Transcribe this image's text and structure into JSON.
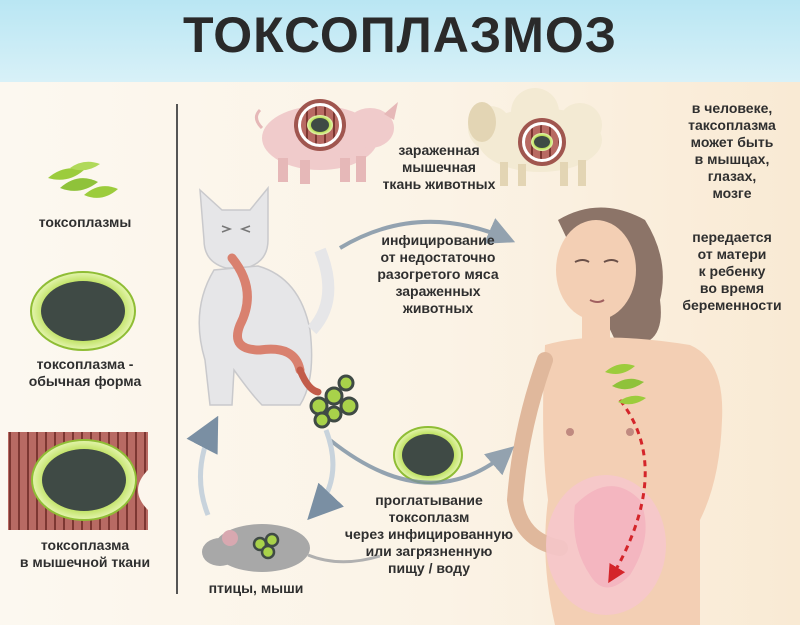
{
  "title": "ТОКСОПЛАЗМОЗ",
  "legend": {
    "toxoplasma": "токсоплазмы",
    "normal_form": "токсоплазма -\nобычная форма",
    "in_muscle": "токсоплазма\nв мышечной ткани"
  },
  "labels": {
    "infected_tissue": "зараженная\nмышечная\nткань животных",
    "infection_meat": "инфицирование\nот недостаточно\nразогретого мяса\nзараженных\nживотных",
    "swallowing": "проглатывание\nтоксоплазм\nчерез инфицированную\nили загрязненную\nпищу / воду",
    "birds_mice": "птицы, мыши",
    "in_human": "в человеке,\nтаксоплазма\nможет быть\nв мышцах,\nглазах,\nмозге",
    "transmitted": "передается\nот матери\nк ребенку\nво время\nбеременности"
  },
  "colors": {
    "header_bg": "#c5ebf5",
    "toxo_green": "#9ccc3c",
    "cyst_dark": "#3f4a45",
    "cyst_ring": "#c6e86e",
    "muscle_red": "#a0564f",
    "arrow_blue": "#7a8fa3",
    "skin": "#f3cfb4",
    "hair": "#8c7468"
  }
}
